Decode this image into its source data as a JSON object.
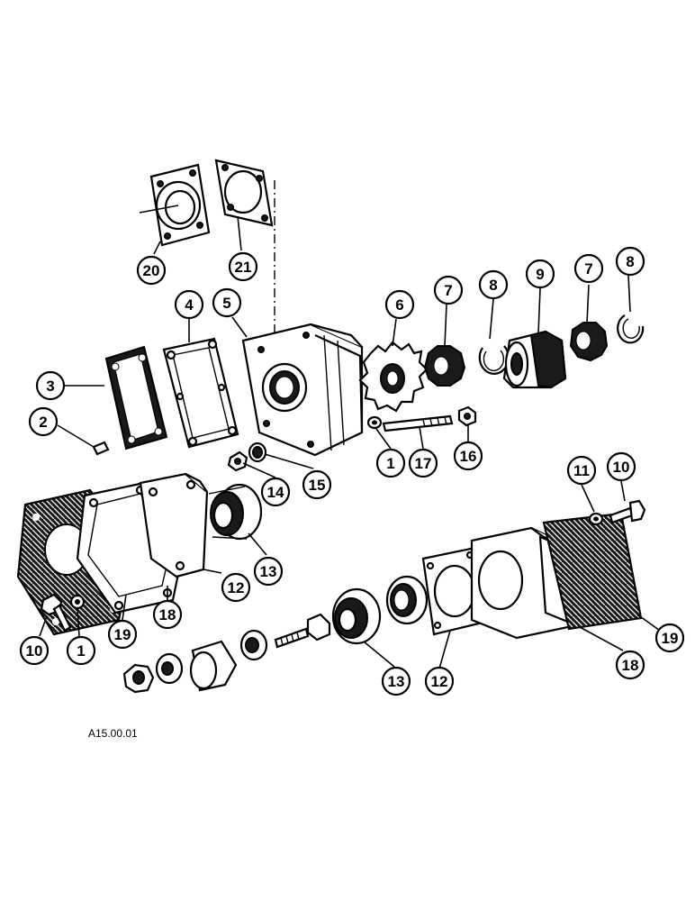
{
  "figure_code": "A15.00.01",
  "callouts": [
    {
      "label": "20"
    },
    {
      "label": "21"
    },
    {
      "label": "3"
    },
    {
      "label": "4"
    },
    {
      "label": "5"
    },
    {
      "label": "2"
    },
    {
      "label": "6"
    },
    {
      "label": "7"
    },
    {
      "label": "8"
    },
    {
      "label": "9"
    },
    {
      "label": "7"
    },
    {
      "label": "8"
    },
    {
      "label": "1"
    },
    {
      "label": "17"
    },
    {
      "label": "16"
    },
    {
      "label": "14"
    },
    {
      "label": "15"
    },
    {
      "label": "11"
    },
    {
      "label": "10"
    },
    {
      "label": "13"
    },
    {
      "label": "12"
    },
    {
      "label": "18"
    },
    {
      "label": "19"
    },
    {
      "label": "10"
    },
    {
      "label": "1"
    },
    {
      "label": "13"
    },
    {
      "label": "12"
    },
    {
      "label": "18"
    },
    {
      "label": "19"
    }
  ]
}
